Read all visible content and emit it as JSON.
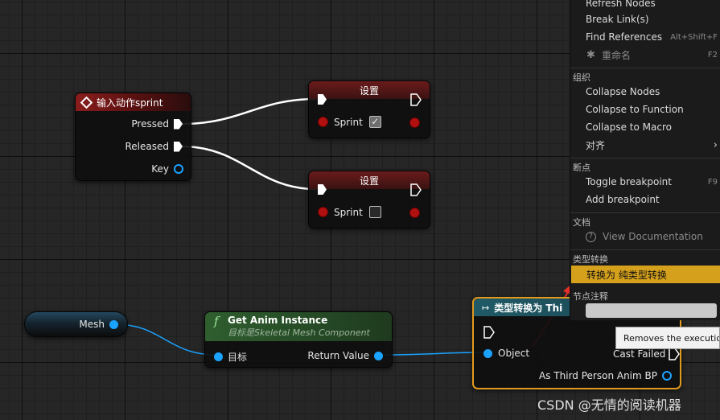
{
  "input_action_node": {
    "title": "输入动作sprint",
    "pins": {
      "pressed": "Pressed",
      "released": "Released",
      "key": "Key"
    }
  },
  "set_node_1": {
    "title": "设置",
    "var_label": "Sprint",
    "checked": true
  },
  "set_node_2": {
    "title": "设置",
    "var_label": "Sprint",
    "checked": false
  },
  "mesh_node": {
    "label": "Mesh"
  },
  "get_anim_node": {
    "title": "Get Anim Instance",
    "subtitle": "目标是Skeletal Mesh Component",
    "target_label": "目标",
    "return_label": "Return Value"
  },
  "cast_node": {
    "title": "类型转换为 Thi",
    "object_label": "Object",
    "cast_failed_label": "Cast Failed",
    "output_label": "As Third Person Anim BP"
  },
  "context_menu": {
    "items_top": [
      {
        "label": "Refresh Nodes",
        "shortcut": ""
      },
      {
        "label": "Break Link(s)",
        "shortcut": ""
      },
      {
        "label": "Find References",
        "shortcut": "Alt+Shift+F"
      },
      {
        "label": "重命名",
        "shortcut": "F2",
        "disabled": true
      }
    ],
    "section_organize": "组织",
    "items_organize": [
      {
        "label": "Collapse Nodes"
      },
      {
        "label": "Collapse to Function"
      },
      {
        "label": "Collapse to Macro"
      },
      {
        "label": "对齐",
        "submenu": "›"
      }
    ],
    "section_breakpoint": "断点",
    "items_breakpoint": [
      {
        "label": "Toggle breakpoint",
        "shortcut": "F9"
      },
      {
        "label": "Add breakpoint",
        "shortcut": ""
      }
    ],
    "section_docs": "文档",
    "docs_item": "View Documentation",
    "section_cast": "类型转换",
    "cast_item": "转换为 纯类型转换",
    "section_comment": "节点注释"
  },
  "tooltip": "Removes the execution",
  "watermark": "CSDN @无情的阅读机器",
  "colors": {
    "exec_wire": "#ffffff",
    "object_wire": "#1aa3ff",
    "highlight": "#d5a11c",
    "arrow": "#e8302a"
  }
}
